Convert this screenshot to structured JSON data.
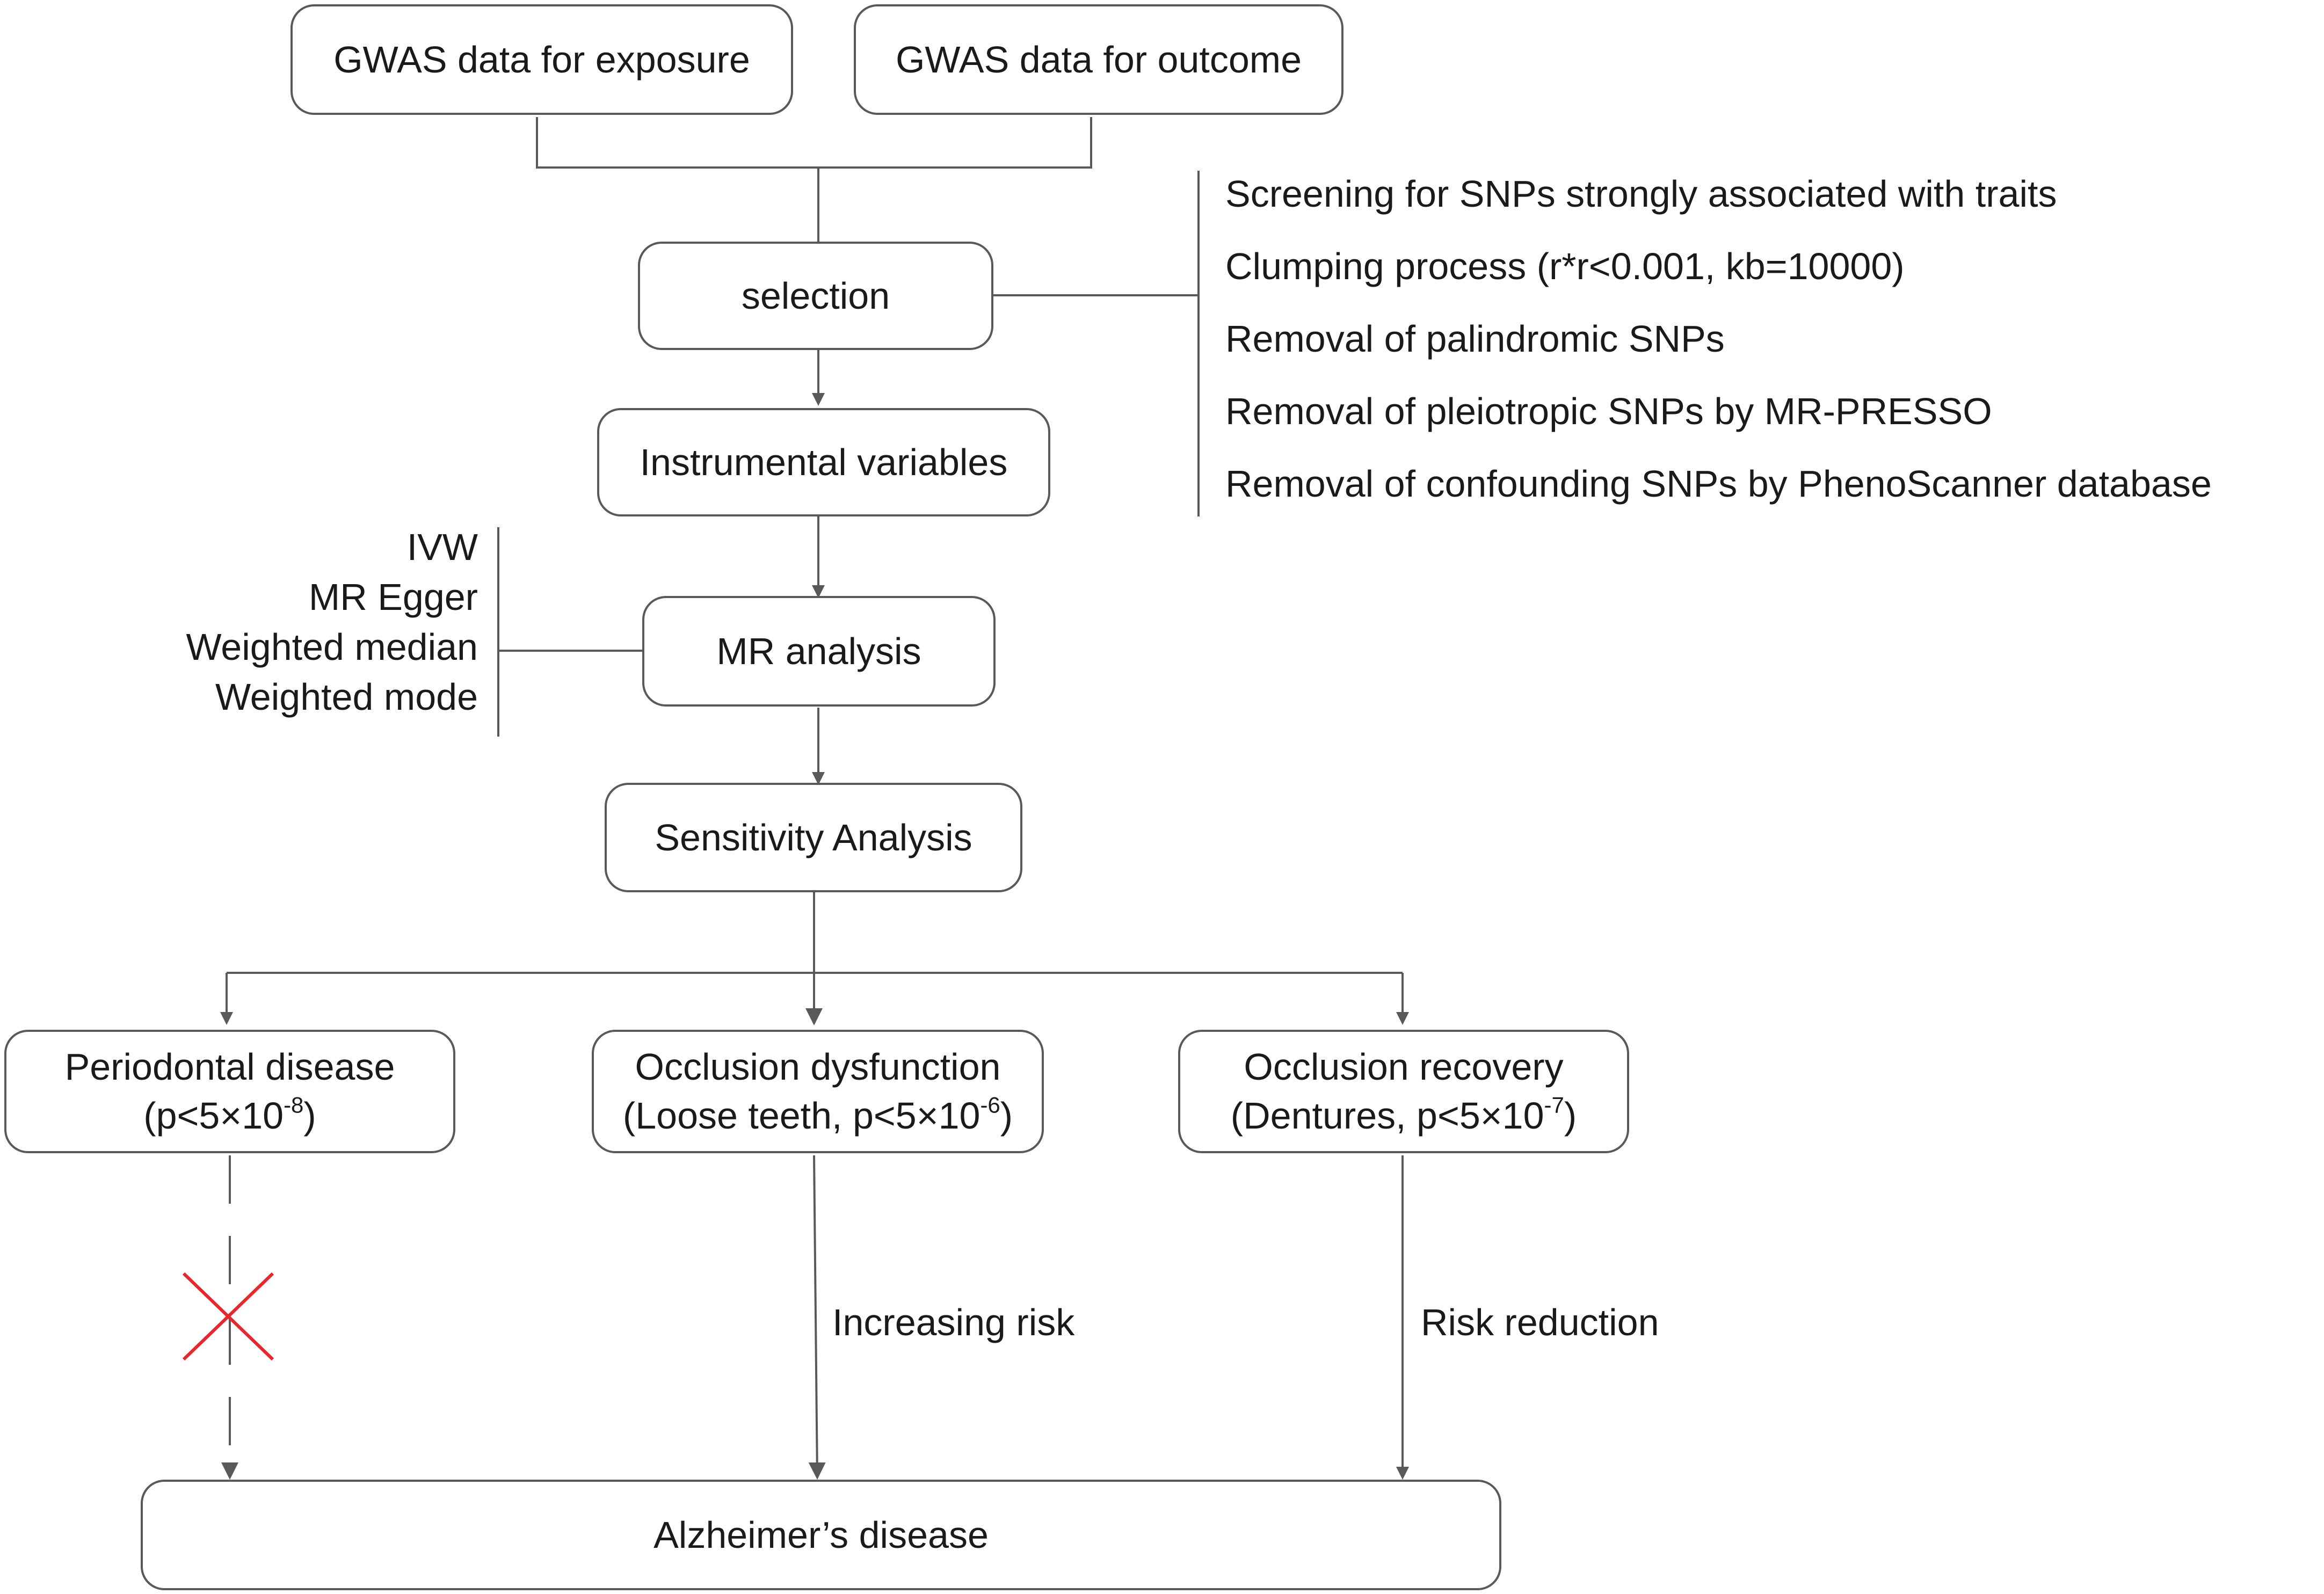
{
  "nodes": {
    "exposure": "GWAS data for exposure",
    "outcome": "GWAS data for outcome",
    "selection": "selection",
    "instrumental": "Instrumental variables",
    "mr_analysis": "MR analysis",
    "sensitivity": "Sensitivity Analysis",
    "periodontal": {
      "line1": "Periodontal disease",
      "line2_pre": "(p<5×10",
      "line2_exp": "-8",
      "line2_post": ")"
    },
    "dysfunction": {
      "line1": "Occlusion dysfunction",
      "line2_pre": "(Loose teeth, p<5×10",
      "line2_exp": "-6",
      "line2_post": ")"
    },
    "recovery": {
      "line1": "Occlusion recovery",
      "line2_pre": "(Dentures, p<5×10",
      "line2_exp": "-7",
      "line2_post": ")"
    },
    "alzheimers": "Alzheimer’s disease"
  },
  "selection_steps": [
    "Screening for SNPs strongly associated with traits",
    "Clumping process (r*r<0.001, kb=10000)",
    "Removal of palindromic SNPs",
    "Removal of pleiotropic SNPs by MR-PRESSO",
    "Removal of confounding SNPs by PhenoScanner database"
  ],
  "mr_methods": [
    "IVW",
    "MR Egger",
    "Weighted median",
    "Weighted mode"
  ],
  "edge_labels": {
    "dysfunction": "Increasing risk",
    "recovery": "Risk reduction"
  },
  "colors": {
    "line": "#595959",
    "cross": "#e8262b"
  }
}
